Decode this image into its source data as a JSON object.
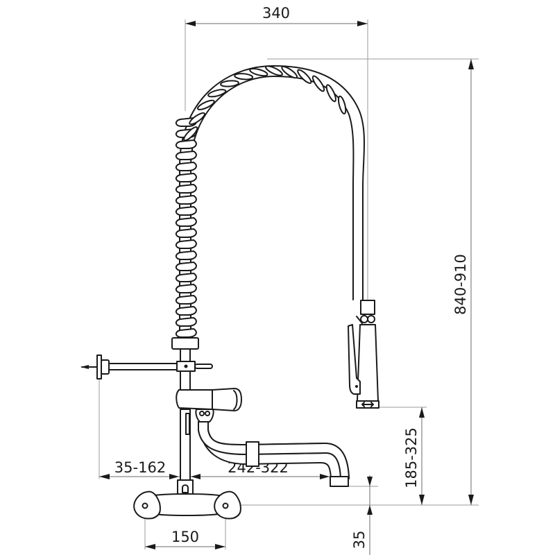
{
  "diagram": {
    "subject": "Pre-rinse faucet with spring, wall-mounted mixer and swivel spout",
    "units": "mm",
    "line_color": "#1a1a1a",
    "dimension_line_color": "#9a9a9a",
    "background": "#ffffff"
  },
  "dimensions": {
    "top_width": "340",
    "total_height": "840-910",
    "spout_height": "185-325",
    "left_reach": "35-162",
    "spout_reach": "242-322",
    "inlet_centers": "150",
    "bottom_offset": "35"
  },
  "parts": {
    "spring": "coil-spring",
    "hose": "flexible-hose",
    "spray_head": "spray-valve-with-lever",
    "wall_bracket": "wall-support-arm",
    "mixer": "wall-mixer-body",
    "spout": "swivel-spout",
    "inlets": "eccentric-inlet-connectors"
  }
}
